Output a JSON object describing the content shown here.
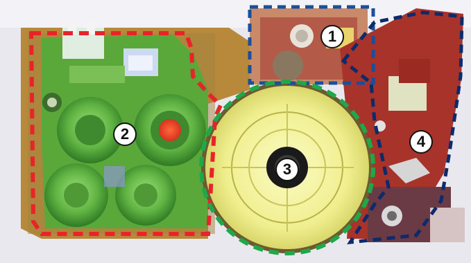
{
  "markers": [
    {
      "label": "1"
    },
    {
      "label": "2"
    },
    {
      "label": "3"
    },
    {
      "label": "4"
    }
  ],
  "colors": {
    "outline_red": "#e8232a",
    "outline_blue": "#1a4f9c",
    "outline_green": "#1fa84a",
    "outline_navy": "#0d2a6b",
    "board_green": "#5aa83a",
    "pcb_brown": "#b8893a",
    "pulley_yellow": "#f2f29a",
    "red_component": "#b23a2a"
  }
}
